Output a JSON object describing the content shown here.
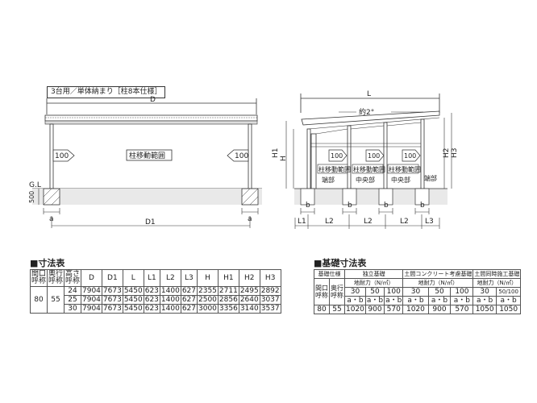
{
  "caption": "3台用／単体納まり［柱8本仕様］",
  "front_view": {
    "dim_d": "D",
    "dim_d1": "D1",
    "dim_a": "a",
    "gl_label": "G.L",
    "depth_500": "500",
    "sign_100": "100",
    "move_range": "柱移動範囲"
  },
  "side_view": {
    "dim_l": "L",
    "slope": "約2°",
    "dim_h": "H",
    "dim_h1": "H1",
    "dim_h2": "H2",
    "dim_h3": "H3",
    "dim_l1": "L1",
    "dim_l2": "L2",
    "dim_l3": "L3",
    "dim_b": "b",
    "sign_100": "100",
    "move_range": "柱移動範囲",
    "end_part": "端部",
    "center_part": "中央部"
  },
  "dim_table": {
    "title": "■寸法表",
    "headers": [
      "間口呼称",
      "奥行呼称",
      "高さ呼称",
      "D",
      "D1",
      "L",
      "L1",
      "L2",
      "L3",
      "H",
      "H1",
      "H2",
      "H3"
    ],
    "frontage": "80",
    "depth": "55",
    "rows": [
      [
        "24",
        "7904",
        "7673",
        "5450",
        "623",
        "1400",
        "627",
        "2355",
        "2711",
        "2495",
        "2892"
      ],
      [
        "25",
        "7904",
        "7673",
        "5450",
        "623",
        "1400",
        "627",
        "2500",
        "2856",
        "2640",
        "3037"
      ],
      [
        "30",
        "7904",
        "7673",
        "5450",
        "623",
        "1400",
        "627",
        "3000",
        "3356",
        "3140",
        "3537"
      ]
    ]
  },
  "foundation_table": {
    "title": "■基礎寸法表",
    "spec_label": "基礎仕様",
    "frontage_label": "間口呼称",
    "depth_label": "奥行呼称",
    "groups": [
      "独立基礎",
      "土間コンクリート考慮基礎",
      "土間同時施工基礎"
    ],
    "bearing_label": "地耐力（N/㎡）",
    "bearing_values": [
      "30",
      "50",
      "100",
      "30",
      "50",
      "100",
      "30",
      "50/100"
    ],
    "ab_label": "a・b",
    "frontage": "80",
    "depth": "55",
    "values": [
      "1020",
      "900",
      "570",
      "1020",
      "900",
      "570",
      "1050",
      "1050"
    ]
  }
}
